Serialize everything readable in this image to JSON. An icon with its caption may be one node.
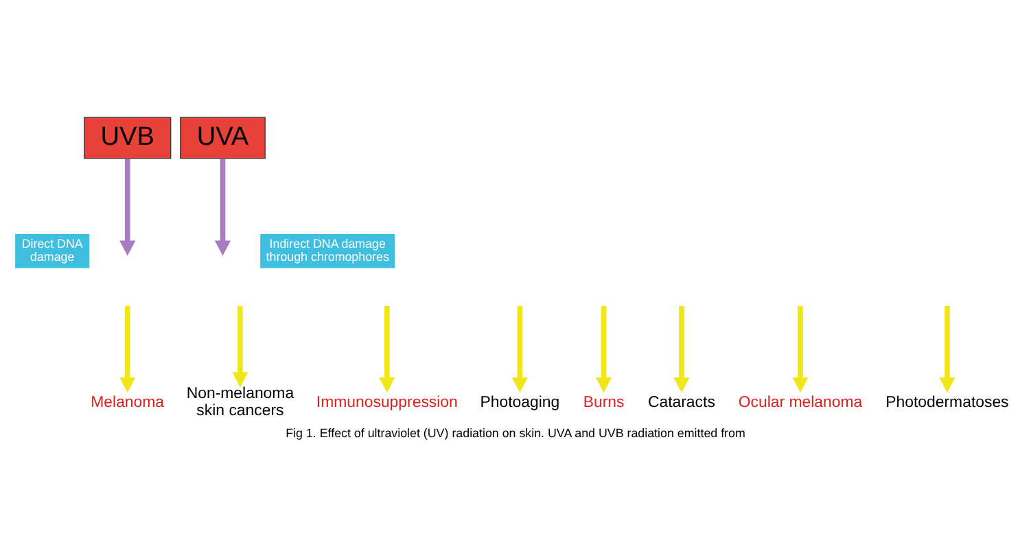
{
  "diagram": {
    "caption": "Fig 1. Effect of ultraviolet (UV) radiation on skin. UVA and UVB radiation emitted from",
    "nodes": [
      {
        "text": [
          "UVB"
        ]
      },
      {
        "text": [
          "UVA"
        ]
      },
      {
        "text": [
          "Direct DNA damage"
        ]
      },
      {
        "text": [
          "Indirect DNA damage through chromophores"
        ]
      },
      {
        "text": [
          "Melanoma"
        ]
      },
      {
        "text": [
          "Non-melanoma skin cancers"
        ]
      },
      {
        "text": [
          "Immunosuppression"
        ]
      },
      {
        "text": [
          "Photoaging"
        ]
      },
      {
        "text": [
          "Burns"
        ]
      },
      {
        "text": [
          "Cataracts"
        ]
      },
      {
        "text": [
          "Ocular melanoma"
        ]
      },
      {
        "text": [
          "Photodermatoses"
        ]
      }
    ],
    "edges": [
      {
        "from": 0,
        "to": null,
        "arrow": "to",
        "color": "#a77cc0"
      },
      {
        "from": 1,
        "to": null,
        "arrow": "to",
        "color": "#a77cc0"
      },
      {
        "from": null,
        "to": 4,
        "arrow": "to"
      },
      {
        "from": null,
        "to": 5,
        "arrow": "to"
      },
      {
        "from": null,
        "to": 6,
        "arrow": "to"
      },
      {
        "from": null,
        "to": 7,
        "arrow": "to"
      },
      {
        "from": null,
        "to": 8,
        "arrow": "to"
      },
      {
        "from": null,
        "to": 9,
        "arrow": "to"
      },
      {
        "from": null,
        "to": 10,
        "arrow": "to"
      },
      {
        "from": null,
        "to": 11,
        "arrow": "to"
      }
    ]
  }
}
